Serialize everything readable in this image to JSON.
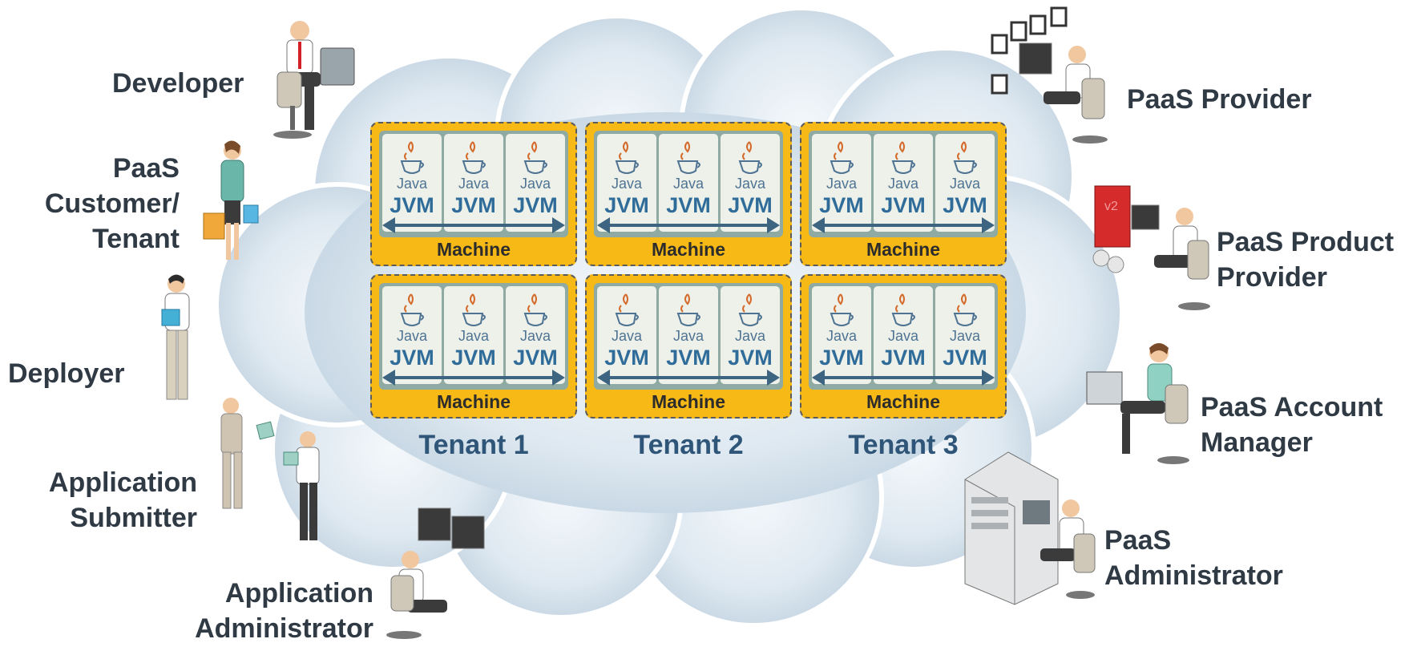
{
  "colors": {
    "cloud_fill": "#cfdde8",
    "machine_fill": "#f7b916",
    "jvm_fill": "#eef1e9",
    "jvm_text": "#2f6c9a",
    "tenant_text": "#2f5678",
    "label_text": "#2f3a44"
  },
  "roles": {
    "developer": "Developer",
    "paas_customer_tenant": [
      "PaaS",
      "Customer/",
      "Tenant"
    ],
    "deployer": "Deployer",
    "application_submitter": [
      "Application",
      "Submitter"
    ],
    "application_administrator": [
      "Application",
      "Administrator"
    ],
    "paas_provider": "PaaS Provider",
    "paas_product_provider": [
      "PaaS Product",
      "Provider"
    ],
    "paas_account_manager": [
      "PaaS Account",
      "Manager"
    ],
    "paas_administrator": [
      "PaaS",
      "Administrator"
    ]
  },
  "jvm": {
    "java": "Java",
    "jvm": "JVM"
  },
  "machine_label": "Machine",
  "tenants": [
    "Tenant 1",
    "Tenant 2",
    "Tenant 3"
  ]
}
